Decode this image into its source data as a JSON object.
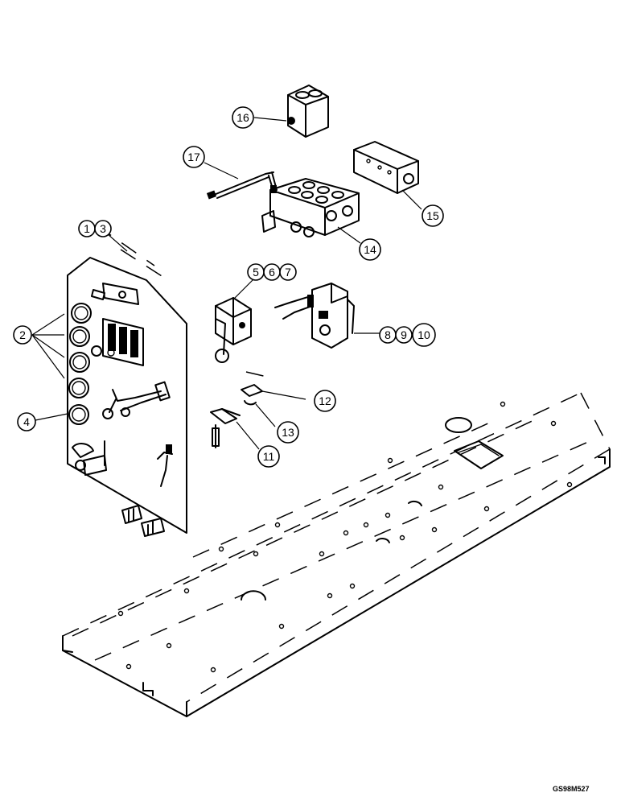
{
  "callouts": [
    "1",
    "3",
    "2",
    "4",
    "5",
    "6",
    "7",
    "8",
    "9",
    "10",
    "11",
    "12",
    "13",
    "14",
    "15",
    "16",
    "17"
  ],
  "drawing_code": "GS98M527"
}
